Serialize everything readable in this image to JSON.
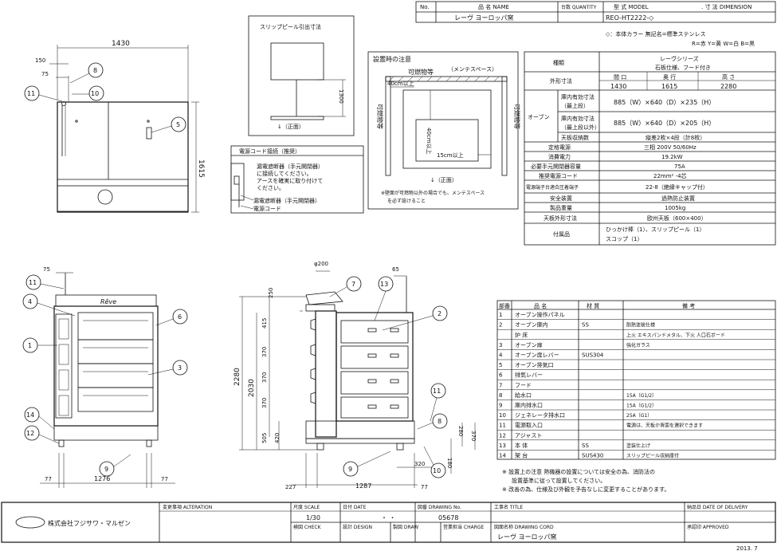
{
  "header": {
    "no_label": "No.",
    "name_label": "品 名 NAME",
    "qty_label": "台数 QUANTITY",
    "model_label": "型 式 MODEL",
    "dim_label": ". 寸 法 DIMENSION",
    "product_name": "レーヴ ヨーロッパ窯",
    "model": "REO-HT2222-◇"
  },
  "color_note": "◇：本体カラー 無記名=標準ステンレス",
  "color_note2": "R=赤 Y=黄 W=白 B=黒",
  "slip_peel": {
    "title": "スリップピール引出寸法",
    "dim": "1300",
    "front": "↓（正面）"
  },
  "power_box": {
    "title": "電源コード接続（推奨）",
    "line1": "漏電遮断器（手元開閉器）",
    "line2": "に接続してください。",
    "line3": "アースを確実に取り付けて",
    "line4": "ください。",
    "label_breaker": "漏電遮断器（手元開閉器）",
    "label_cord": "電源コード"
  },
  "install": {
    "title": "設置時の注意",
    "maint": "（メンテスペース）",
    "combustible": "可燃物等",
    "side_left": "可燃物等",
    "side_right": "可燃物等",
    "d40top": "40cm以上",
    "d40left": "40cm以上",
    "d15": "15cm以上",
    "front": "↓（正面）",
    "note1": "※壁面が可燃物以外の場合でも、メンテスペース",
    "note2": "を必ず設けること"
  },
  "specs": [
    {
      "label": "種類",
      "value": "レーヴシリーズ",
      "value2": "石板仕様、フード付き"
    },
    {
      "label": "外形寸法",
      "h1": "間 口",
      "h2": "奥 行",
      "h3": "高 さ",
      "v1": "1430",
      "v2": "1615",
      "v3": "2280"
    },
    {
      "group": "オーブン",
      "label": "庫内有効寸法",
      "label2": "（最上段）",
      "value": "885（W）×640（D）×235（H）"
    },
    {
      "label": "庫内有効寸法",
      "label2": "（最上段以外）",
      "value": "885（W）×640（D）×205（H）"
    },
    {
      "label": "天板収納数",
      "value": "縦差2枚×4段（計8枚）"
    },
    {
      "label": "定格電源",
      "value": "三相 200V 50/60Hz"
    },
    {
      "label": "消費電力",
      "value": "19.2kW"
    },
    {
      "label": "必要手元開閉器容量",
      "value": "75A"
    },
    {
      "label": "推奨電源コード",
      "value": "22mm² -4芯"
    },
    {
      "label": "電源端子台適合圧着端子",
      "value": "22-8（絶縁キャップ付）"
    },
    {
      "label": "安全装置",
      "value": "過熱防止装置"
    },
    {
      "label": "製品重量",
      "value": "1005kg"
    },
    {
      "label": "天板外形寸法",
      "value": "欧州天板（600×400）"
    },
    {
      "label": "付属品",
      "value": "ひっかけ棒（1）、スリップピール（1）",
      "value2": "スコップ（1）"
    }
  ],
  "parts_header": {
    "no": "部番",
    "name": "品 名",
    "material": "材 質",
    "note": "備 考"
  },
  "parts": [
    {
      "no": "1",
      "name": "オーブン操作パネル",
      "material": "",
      "note": ""
    },
    {
      "no": "2",
      "name": "オーブン庫内",
      "material": "SS",
      "note": "耐熱塗装仕様"
    },
    {
      "no": "",
      "name": "炉 床",
      "material": "",
      "note": "上火 エキスパンドメタル、下火 人口石ボード"
    },
    {
      "no": "3",
      "name": "オーブン扉",
      "material": "",
      "note": "強化ガラス"
    },
    {
      "no": "4",
      "name": "オーブン扉レバー",
      "material": "SUS304",
      "note": ""
    },
    {
      "no": "5",
      "name": "オーブン排気口",
      "material": "",
      "note": ""
    },
    {
      "no": "6",
      "name": "排気レバー",
      "material": "",
      "note": ""
    },
    {
      "no": "7",
      "name": "フード",
      "material": "",
      "note": ""
    },
    {
      "no": "8",
      "name": "給水口",
      "material": "",
      "note": "15A（G1/2）"
    },
    {
      "no": "9",
      "name": "庫内排水口",
      "material": "",
      "note": "15A（G1/2）"
    },
    {
      "no": "10",
      "name": "ジェネレータ排水口",
      "material": "",
      "note": "25A（G1）"
    },
    {
      "no": "11",
      "name": "電源取入口",
      "material": "",
      "note": "電源は、天板か背面を選択できます"
    },
    {
      "no": "12",
      "name": "アジャスト",
      "material": "",
      "note": ""
    },
    {
      "no": "13",
      "name": "本 体",
      "material": "SS",
      "note": "塗装仕上げ"
    },
    {
      "no": "14",
      "name": "架 台",
      "material": "SUS430",
      "note": "スリップピール収納庫付"
    }
  ],
  "notes": [
    "※ 設置上の注意 熱機器の設置については安全の為、消防法の",
    "設置基準に従って設置してください。",
    "※ 改善の為、仕様及び外観を予告なしに変更することがあります。"
  ],
  "title_block": {
    "company": "株式会社フジサワ・マルゼン",
    "change": "変更事項 ALTERATION",
    "scale_label": "尺度 SCALE",
    "scale": "1/30",
    "date_label": "日付 DATE",
    "date_val": "・ ・",
    "drawing_no_label": "図番 DRAWING No.",
    "drawing_no": "05678",
    "title_label": "工事名 TITLE",
    "delivery_label": "納品日 DATE OF DELIVERY",
    "check_label": "検図 CHECK",
    "design_label": "設計 DESIGN",
    "draw_label": "製図 DRAW",
    "charge_label": "営業担当 CHARGE",
    "cord_label": "図面名称 DRAWING CORD",
    "cord": "レーヴ ヨーロッパ窯",
    "approved_label": "承認印 APPROVED",
    "year": "2013. 7"
  },
  "dims": {
    "top_w": "1430",
    "d150": "150",
    "d75": "75",
    "top_h": "1615",
    "f75": "75",
    "f_left": "77",
    "f_mid": "1276",
    "f_right": "77",
    "s200": "φ200",
    "s65": "65",
    "s250": "250",
    "s415": "415",
    "s370a": "370",
    "s370b": "370",
    "s370c": "370",
    "s2280": "2280",
    "s2030": "2030",
    "s505": "505",
    "s420": "420",
    "s227": "227",
    "s1287": "1287",
    "s77": "77",
    "s320": "320",
    "s280": "280",
    "s370d": "370",
    "s180": "180",
    "brand": "Rêve"
  },
  "balloons": {
    "b1": "1",
    "b2": "2",
    "b3": "3",
    "b4": "4",
    "b5": "5",
    "b6": "6",
    "b7": "7",
    "b8": "8",
    "b9": "9",
    "b10": "10",
    "b11": "11",
    "b12": "12",
    "b13": "13",
    "b14": "14"
  }
}
